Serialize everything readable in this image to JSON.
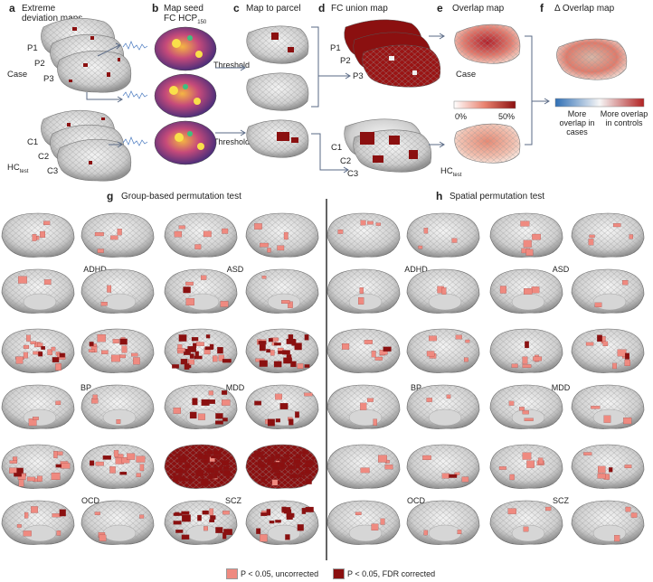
{
  "panels": {
    "a": {
      "letter": "a",
      "title": "Extreme deviation maps",
      "subjects_case": [
        "P1",
        "P2",
        "P3"
      ],
      "group_case": "Case",
      "subjects_hc": [
        "C1",
        "C2",
        "C3"
      ],
      "group_hc": "HCtest"
    },
    "b": {
      "letter": "b",
      "title": "Map seed",
      "subtitle": "FC HCP",
      "subtitle_sub": "150"
    },
    "c": {
      "letter": "c",
      "title": "Map to parcel",
      "threshold_label": "Threshold"
    },
    "d": {
      "letter": "d",
      "title": "FC union map",
      "subjects_case": [
        "P1",
        "P2",
        "P3"
      ],
      "subjects_hc": [
        "C1",
        "C2",
        "C3"
      ]
    },
    "e": {
      "letter": "e",
      "title": "Overlap map",
      "group_case": "Case",
      "group_hc": "HC",
      "group_hc_sub": "test",
      "scale_min": "0%",
      "scale_max": "50%"
    },
    "f": {
      "letter": "f",
      "title": "Δ Overlap map",
      "more_cases": "More overlap in cases",
      "more_controls": "More overlap in controls"
    },
    "g": {
      "letter": "g",
      "title": "Group-based permutation test"
    },
    "h": {
      "letter": "h",
      "title": "Spatial permutation test"
    }
  },
  "disorders": [
    "ADHD",
    "ASD",
    "BP",
    "MDD",
    "OCD",
    "SCZ"
  ],
  "legend": {
    "uncorrected": "P < 0.05, uncorrected",
    "fdr": "P < 0.05, FDR corrected"
  },
  "colors": {
    "uncorrected": "#ef8a80",
    "fdr": "#8b1010",
    "brain": "#bdbdbd",
    "blue": "#2f6fb5",
    "accent": "#b22222"
  }
}
